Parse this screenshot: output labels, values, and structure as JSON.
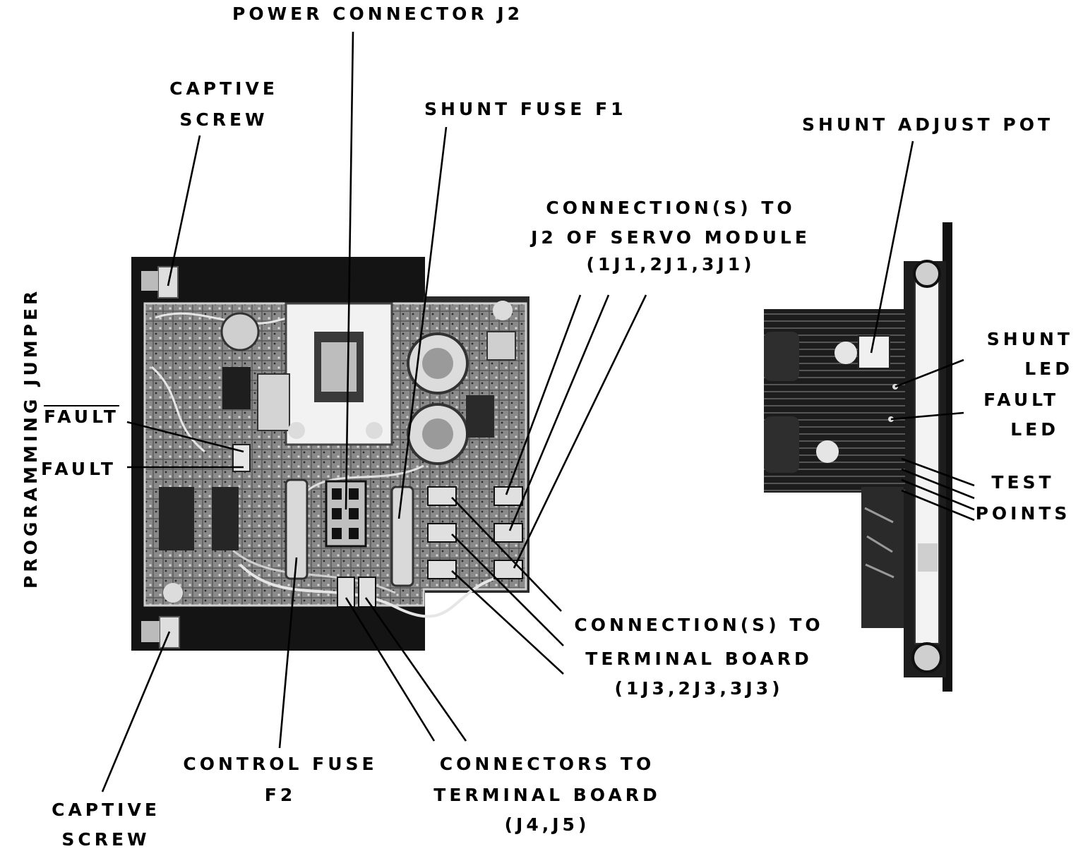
{
  "labels": {
    "power_connector": "POWER CONNECTOR J2",
    "captive_screw_top_1": "CAPTIVE",
    "captive_screw_top_2": "SCREW",
    "shunt_fuse": "SHUNT FUSE F1",
    "shunt_adjust_pot": "SHUNT ADJUST POT",
    "servo_conn_1": "CONNECTION(S) TO",
    "servo_conn_2": "J2 OF SERVO MODULE",
    "servo_conn_3": "(1J1,2J1,3J1)",
    "programming_jumper": "PROGRAMMING JUMPER",
    "fault_bar": "FAULT",
    "fault": "FAULT",
    "shunt_led_1": "SHUNT",
    "shunt_led_2": "LED",
    "fault_led_1": "FAULT",
    "fault_led_2": "LED",
    "test_points_1": "TEST",
    "test_points_2": "POINTS",
    "terminal_conn_1": "CONNECTION(S) TO",
    "terminal_conn_2": "TERMINAL BOARD",
    "terminal_conn_3": "(1J3,2J3,3J3)",
    "control_fuse_1": "CONTROL FUSE",
    "control_fuse_2": "F2",
    "connectors_tb_1": "CONNECTORS TO",
    "connectors_tb_2": "TERMINAL BOARD",
    "connectors_tb_3": "(J4,J5)",
    "captive_screw_bottom_1": "CAPTIVE",
    "captive_screw_bottom_2": "SCREW"
  },
  "colors": {
    "ink": "#000000",
    "board": "#1a1a1a",
    "pcb": "#6b6b6b",
    "paper": "#ffffff"
  }
}
